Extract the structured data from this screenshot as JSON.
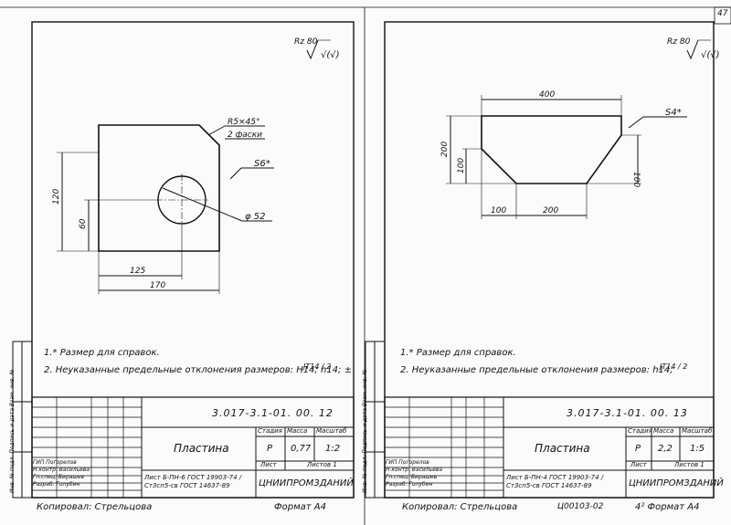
{
  "page_number": "47",
  "left_sheet": {
    "roughness": "Rz 80",
    "roughness_sym": "√(√)",
    "dim_chamfer": "R5×45°",
    "dim_chamfer_note": "2 фаски",
    "dim_thickness": "S6*",
    "dim_height_total": "120",
    "dim_height_hole": "60",
    "dim_width_hole": "125",
    "dim_width_total": "170",
    "dim_diameter": "φ 52",
    "note1": "1.* Размер для справок.",
    "note2": "2. Неуказанные предельные отклонения размеров: H14; h14; ±",
    "note2_frac": "ЈТ14 / 2",
    "code": "3.017-3.1-01. 00. 12",
    "name": "Пластина",
    "col_stage": "Стадия",
    "col_mass": "Масса",
    "col_scale": "Масштаб",
    "stage": "Р",
    "mass": "0,77",
    "scale": "1:2",
    "sheet_label": "Лист",
    "sheets_label": "Листов 1",
    "material": "Лист Б-ПН-6 ГОСТ 19903-74 / Ст3сп5-св ГОСТ 14637-89",
    "org": "ЦНИИПРОМЗДАНИЙ",
    "staff": [
      [
        "ГИП",
        "Погорелов"
      ],
      [
        "Н.контр.",
        "Васильева"
      ],
      [
        "Гл.спец.",
        "Бирашев"
      ],
      [
        "Разраб.",
        "Голубин"
      ]
    ],
    "side_strip": "Инв. № подл.   Подпись и дата   Взам. инв. №",
    "footer_copy": "Копировал: Стрельцова",
    "footer_format": "Формат А4"
  },
  "right_sheet": {
    "roughness": "Rz 80",
    "roughness_sym": "√(√)",
    "dim_top": "400",
    "dim_thickness": "S4*",
    "dim_h_total": "200",
    "dim_h_left": "100",
    "dim_h_right": "100",
    "dim_bottom_left": "100",
    "dim_bottom": "200",
    "note1": "1.* Размер для справок.",
    "note2": "2. Неуказанные предельные отклонения размеров: h14;",
    "note2_frac": "ЈТ14 / 2",
    "code": "3.017-3.1-01. 00. 13",
    "name": "Пластина",
    "col_stage": "Стадия",
    "col_mass": "Масса",
    "col_scale": "Масштаб",
    "stage": "Р",
    "mass": "2,2",
    "scale": "1:5",
    "sheet_label": "Лист",
    "sheets_label": "Листов 1",
    "material": "Лист Б-ПН-4 ГОСТ 19903-74 / Ст3сп5-св ГОСТ 14637-89",
    "org": "ЦНИИПРОМЗДАНИЙ",
    "staff": [
      [
        "ГИП",
        "Погорелов"
      ],
      [
        "Н.контр.",
        "Васильева"
      ],
      [
        "Гл.спец.",
        "Бирашев"
      ],
      [
        "Разраб.",
        "Голубин"
      ]
    ],
    "side_strip": "Инв. № подл.   Подпись и дата   Взам. инв. №",
    "footer_copy": "Копировал: Стрельцова",
    "footer_inv": "Ц00103-02",
    "footer_format": "4² Формат А4"
  }
}
